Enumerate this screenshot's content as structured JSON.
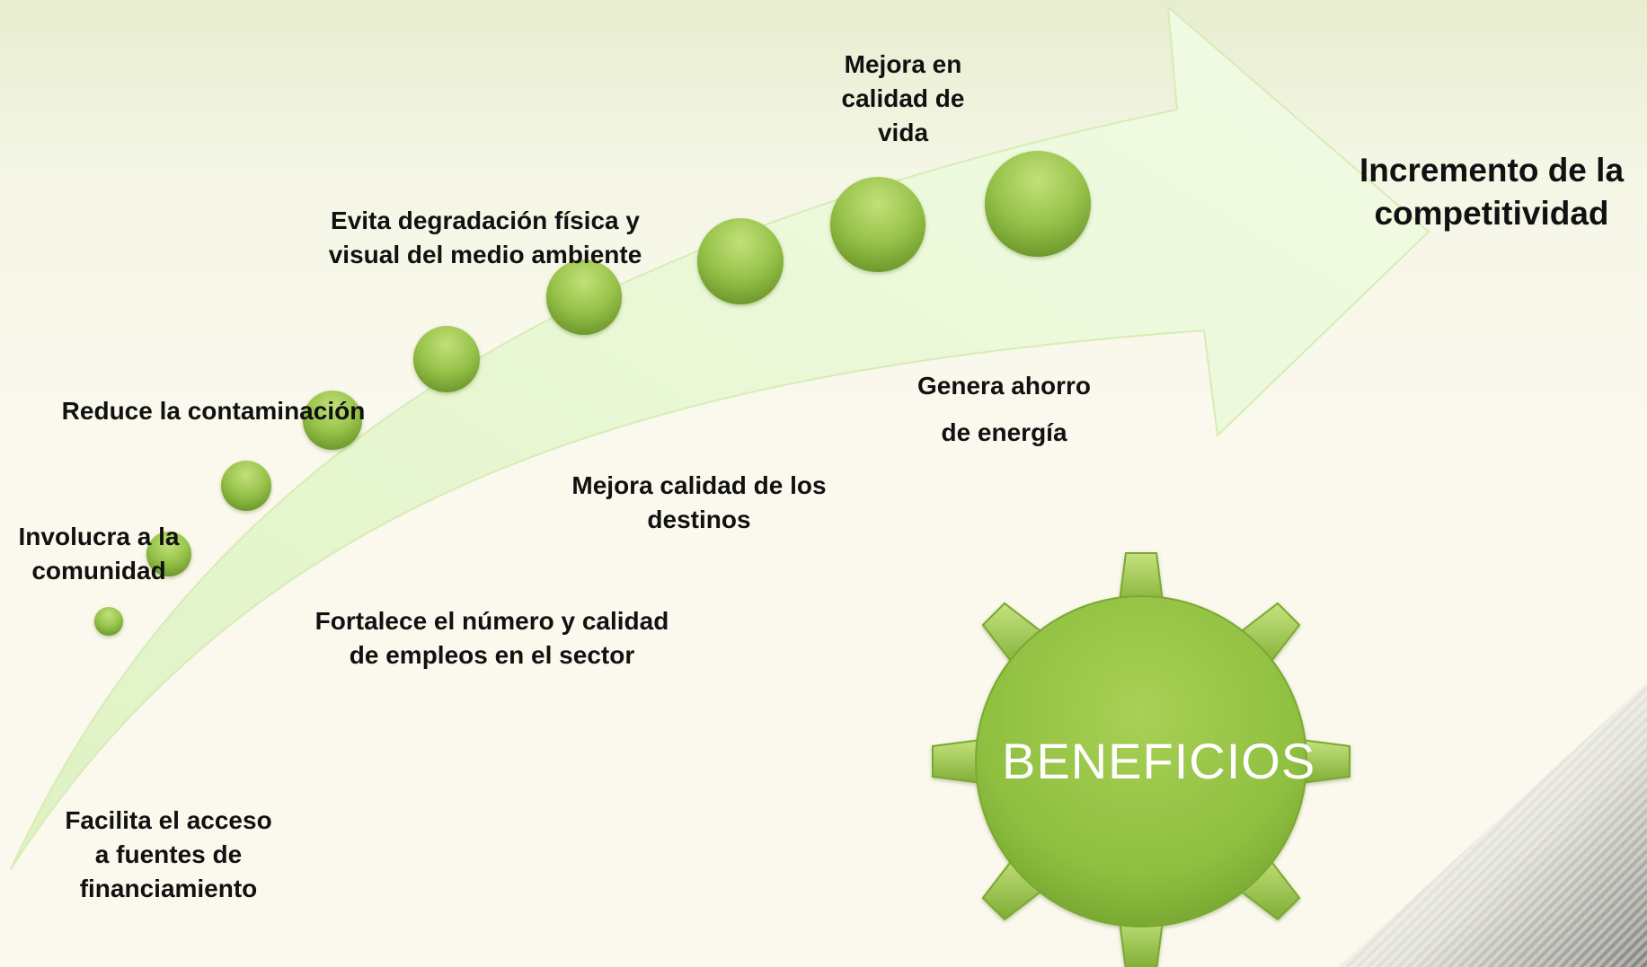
{
  "benefits": [
    {
      "id": "financiamiento",
      "text": "Facilita el acceso\na fuentes de\nfinanciamiento"
    },
    {
      "id": "comunidad",
      "text": "Involucra a la\ncomunidad"
    },
    {
      "id": "empleos",
      "text": "Fortalece el número y calidad\nde empleos en el sector"
    },
    {
      "id": "contaminacion",
      "text": "Reduce la contaminación"
    },
    {
      "id": "degradacion",
      "text": "Evita degradación física y\nvisual del medio ambiente"
    },
    {
      "id": "destinos",
      "text": "Mejora calidad de los\ndestinos"
    },
    {
      "id": "calidad-vida",
      "text": "Mejora en\ncalidad de\nvida"
    },
    {
      "id": "ahorro-energia",
      "text": "Genera ahorro\nde energía"
    }
  ],
  "arrow_tip_label": "Incremento de la\ncompetitividad",
  "gear_label": "BENEFICIOS",
  "colors": {
    "background": "#fbf9ee",
    "arrow_fill": "#e9f7d2",
    "circle_light": "#b5d968",
    "circle_dark": "#6e9a2a",
    "gear_light": "#bada6c",
    "gear_dark": "#77a330",
    "text": "#111111",
    "gear_text": "#ffffff"
  }
}
